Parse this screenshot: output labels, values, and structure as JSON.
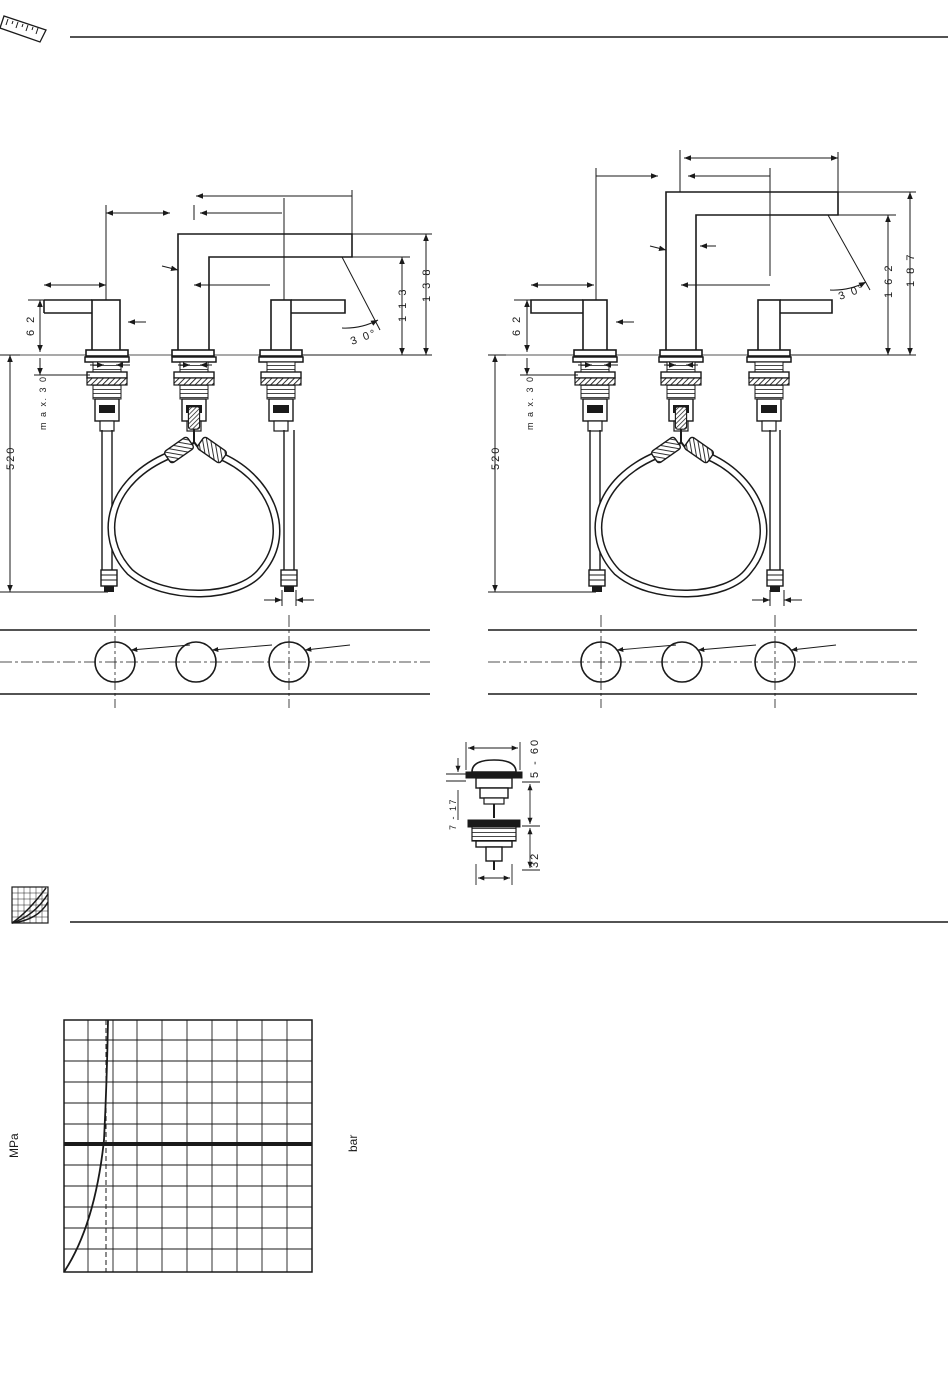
{
  "dimension_labels": {
    "d62_left": "6 2",
    "dmax30_left": "m a x. 3 0",
    "d520_left": "520",
    "d113": "1 1 3",
    "d138": "1 3 8",
    "dangle_left": "3 0°",
    "d62_right": "6 2",
    "dmax30_right": "m a x. 3 0",
    "d520_right": "520",
    "d162": "1 6 2",
    "d187": "1 8 7",
    "dangle_right": "3 0°",
    "drain_5_60": "5 - 60",
    "drain_7_17": "7 - 17",
    "drain_32": "32"
  },
  "chart_data": {
    "type": "line",
    "ylabel_left": "MPa",
    "ylabel_right": "bar",
    "grid": true,
    "highlight_line": "horizontal",
    "dashed_reference": "vertical"
  },
  "icons": {
    "dimensions": "ruler-icon",
    "flow": "flow-chart-icon"
  }
}
